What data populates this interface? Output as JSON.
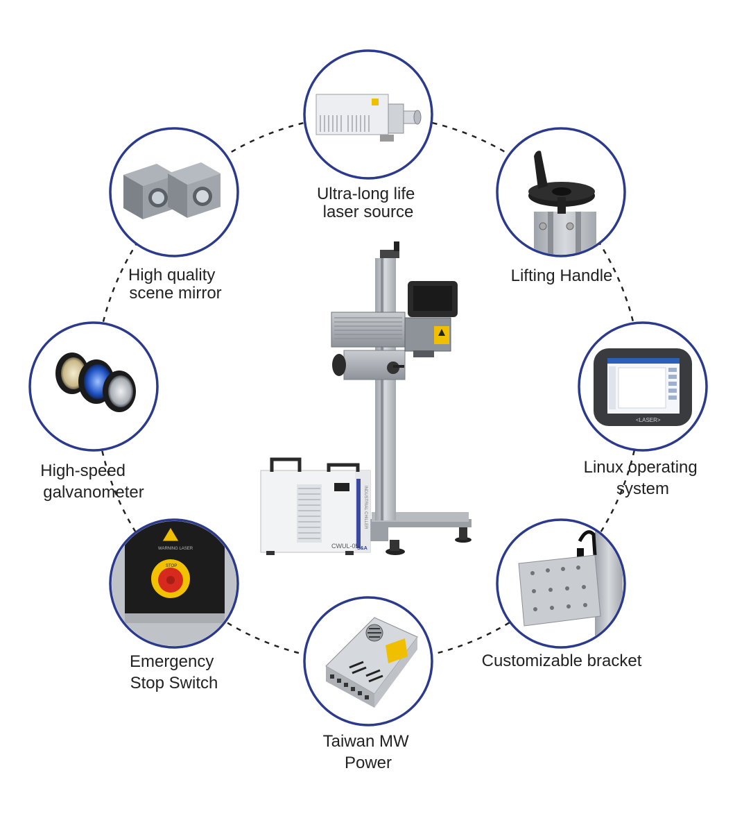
{
  "features": [
    {
      "id": "laser-source",
      "label_lines": [
        "Ultra-long life",
        "laser source"
      ],
      "icon": "laser-source-icon"
    },
    {
      "id": "lifting-handle",
      "label_lines": [
        "Lifting Handle"
      ],
      "icon": "lifting-handle-icon"
    },
    {
      "id": "linux-os",
      "label_lines": [
        "Linux operating",
        "system"
      ],
      "icon": "tablet-screen-icon"
    },
    {
      "id": "bracket",
      "label_lines": [
        "Customizable bracket"
      ],
      "icon": "bracket-plate-icon"
    },
    {
      "id": "mw-power",
      "label_lines": [
        "Taiwan MW",
        "Power"
      ],
      "icon": "power-supply-icon"
    },
    {
      "id": "estop",
      "label_lines": [
        "Emergency",
        "Stop Switch"
      ],
      "icon": "stop-button-icon"
    },
    {
      "id": "galvo",
      "label_lines": [
        "High-speed",
        "galvanometer"
      ],
      "icon": "lens-icon"
    },
    {
      "id": "mirror",
      "label_lines": [
        "High quality",
        "scene mirror"
      ],
      "icon": "mirror-block-icon"
    }
  ],
  "machine": {
    "chiller_model": "CWUL-05",
    "chiller_side_text": "INDUSTRIAL CHILLER",
    "chiller_brand": "S&A",
    "screen_brand": "<LASER>",
    "stop_label": "STOP",
    "warning_label": "WARNING LASER"
  },
  "colors": {
    "ring": "#2b3a8c",
    "text": "#222222",
    "stop_red": "#d62a1e",
    "stop_yellow": "#f2c200",
    "aluminium": "#b8bcc2"
  }
}
